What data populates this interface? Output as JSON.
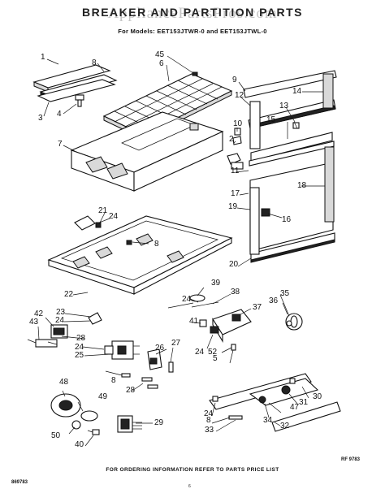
{
  "header": {
    "watermark": "AppliancePartsPros.com",
    "title": "BREAKER AND PARTITION PARTS",
    "subtitle": "For Models: EET153JTWR-0 and EET153JTWL-0"
  },
  "footer": {
    "note": "FOR ORDERING INFORMATION REFER TO PARTS PRICE LIST",
    "code_left": "869783",
    "code_right": "RF 9783",
    "page": "6"
  },
  "callouts": [
    {
      "id": "c1",
      "text": "1"
    },
    {
      "id": "c2",
      "text": "2"
    },
    {
      "id": "c3",
      "text": "3"
    },
    {
      "id": "c4",
      "text": "4"
    },
    {
      "id": "c5",
      "text": "5"
    },
    {
      "id": "c6",
      "text": "6"
    },
    {
      "id": "c7",
      "text": "7"
    },
    {
      "id": "c8a",
      "text": "8"
    },
    {
      "id": "c8b",
      "text": "8"
    },
    {
      "id": "c8c",
      "text": "8"
    },
    {
      "id": "c8d",
      "text": "8"
    },
    {
      "id": "c9",
      "text": "9"
    },
    {
      "id": "c10",
      "text": "10"
    },
    {
      "id": "c11",
      "text": "11"
    },
    {
      "id": "c12",
      "text": "12"
    },
    {
      "id": "c13",
      "text": "13"
    },
    {
      "id": "c14",
      "text": "14"
    },
    {
      "id": "c15",
      "text": "15"
    },
    {
      "id": "c16",
      "text": "16"
    },
    {
      "id": "c17",
      "text": "17"
    },
    {
      "id": "c18",
      "text": "18"
    },
    {
      "id": "c19",
      "text": "19"
    },
    {
      "id": "c20",
      "text": "20"
    },
    {
      "id": "c21",
      "text": "21"
    },
    {
      "id": "c22",
      "text": "22"
    },
    {
      "id": "c23",
      "text": "23"
    },
    {
      "id": "c24a",
      "text": "24"
    },
    {
      "id": "c24b",
      "text": "24"
    },
    {
      "id": "c24c",
      "text": "24"
    },
    {
      "id": "c24d",
      "text": "24"
    },
    {
      "id": "c24e",
      "text": "24"
    },
    {
      "id": "c24f",
      "text": "24"
    },
    {
      "id": "c25",
      "text": "25"
    },
    {
      "id": "c26",
      "text": "26"
    },
    {
      "id": "c27",
      "text": "27"
    },
    {
      "id": "c28a",
      "text": "28"
    },
    {
      "id": "c28b",
      "text": "28"
    },
    {
      "id": "c29",
      "text": "29"
    },
    {
      "id": "c30",
      "text": "30"
    },
    {
      "id": "c31",
      "text": "31"
    },
    {
      "id": "c32",
      "text": "32"
    },
    {
      "id": "c33",
      "text": "33"
    },
    {
      "id": "c34",
      "text": "34"
    },
    {
      "id": "c35",
      "text": "35"
    },
    {
      "id": "c36",
      "text": "36"
    },
    {
      "id": "c37",
      "text": "37"
    },
    {
      "id": "c38",
      "text": "38"
    },
    {
      "id": "c39",
      "text": "39"
    },
    {
      "id": "c40",
      "text": "40"
    },
    {
      "id": "c41",
      "text": "41"
    },
    {
      "id": "c42",
      "text": "42"
    },
    {
      "id": "c43",
      "text": "43"
    },
    {
      "id": "c45",
      "text": "45"
    },
    {
      "id": "c47",
      "text": "47"
    },
    {
      "id": "c48",
      "text": "48"
    },
    {
      "id": "c49",
      "text": "49"
    },
    {
      "id": "c50",
      "text": "50"
    },
    {
      "id": "c52",
      "text": "52"
    }
  ]
}
